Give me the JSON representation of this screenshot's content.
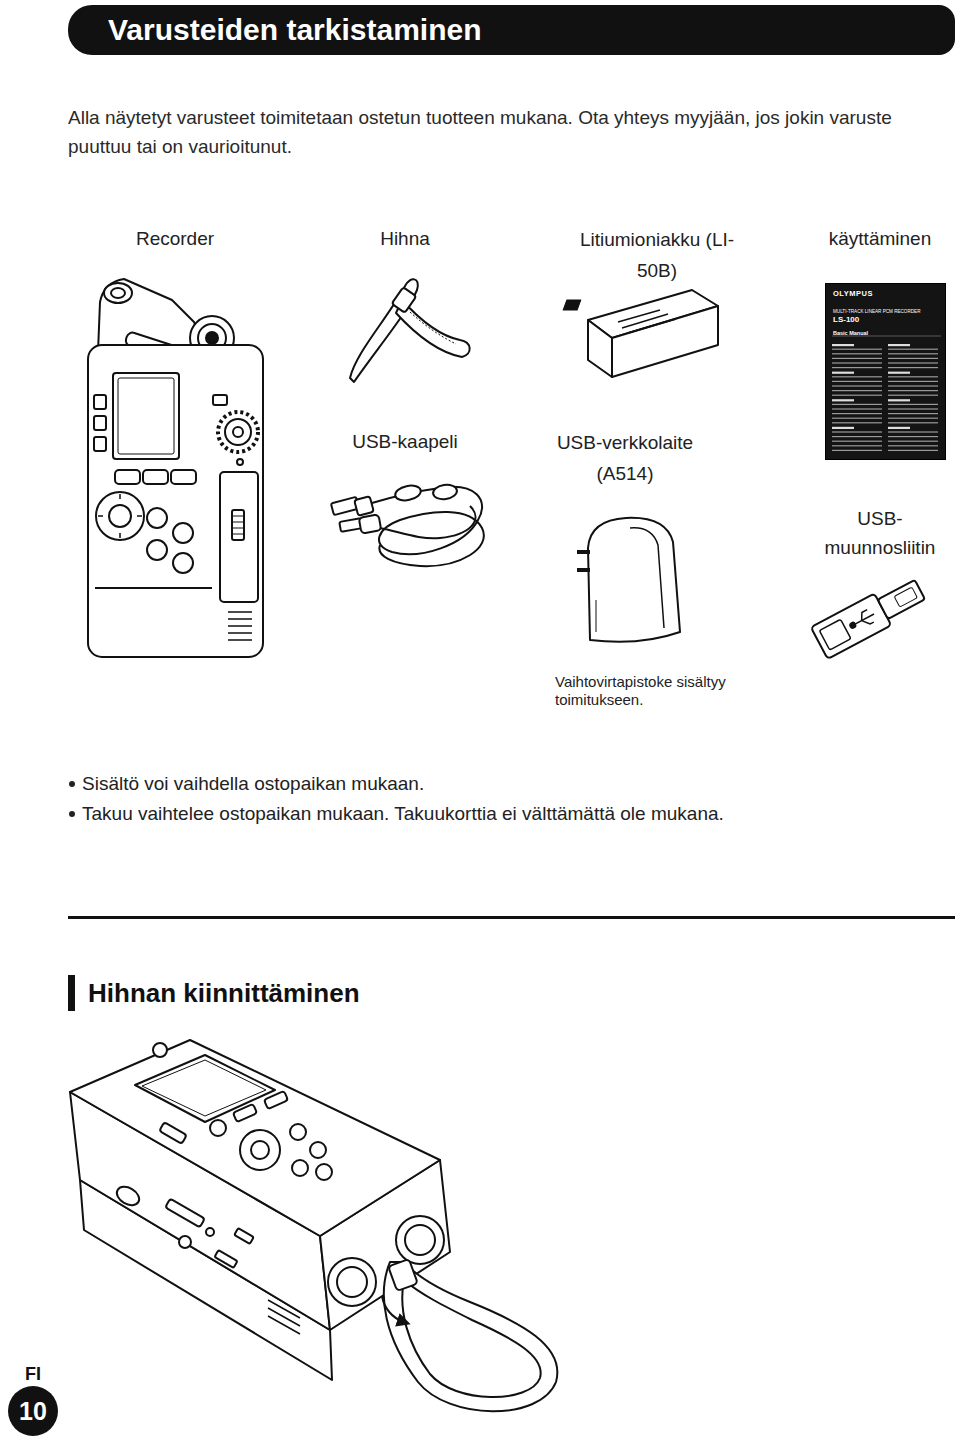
{
  "diagram": {
    "title": "Varusteiden tarkistaminen",
    "nodes": [
      {
        "text": [
          "OLYMPUS",
          "MULTI-TRACK LINEAR PCM RECORDER",
          "LS-100",
          "Basic Manual"
        ]
      },
      {
        "text": [
          "FI",
          "10"
        ]
      }
    ],
    "labels": [
      "Alla näytetyt varusteet toimitetaan ostetun tuotteen mukana. Ota yhteys myyjään, jos jokin varuste puuttuu tai on vaurioitunut.",
      "Recorder",
      "Hihna",
      "Litiumioniakku (LI-50B)",
      "käyttäminen",
      "USB-kaapeli",
      "USB-verkkolaite (A514)",
      "USB- muunnosliitin",
      "Vaihtovirtapistoke sisältyy toimitukseen.",
      "Sisältö voi vaihdella ostopaikan mukaan.",
      "Takuu vaihtelee ostopaikan mukaan. Takuukorttia ei välttämättä ole mukana.",
      "Hihnan kiinnittäminen"
    ]
  }
}
